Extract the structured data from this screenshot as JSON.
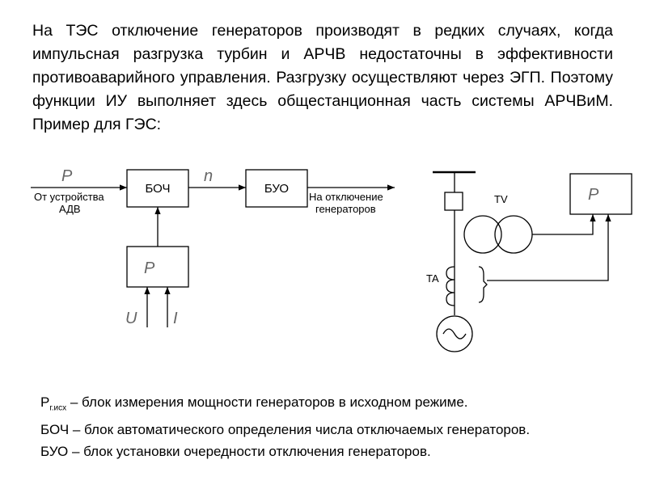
{
  "paragraph": "На ТЭС отключение генераторов производят в редких случаях, когда импульсная разгрузка турбин и АРЧВ недостаточны в эффективности противоаварийного управления. Разгрузку осуществляют через ЭГП. Поэтому функции ИУ выполняет здесь общестанционная часть системы АРЧВиМ. Пример для ГЭС:",
  "diagram": {
    "block_boch": "БОЧ",
    "block_buo": "БУО",
    "input_label_line1": "От устройства",
    "input_label_line2": "АДВ",
    "output_label_line1": "На отключение",
    "output_label_line2": "генераторов",
    "label_tv": "TV",
    "label_ta": "TA",
    "symbol_p_input": "P",
    "symbol_n": "n",
    "symbol_p_block": "P",
    "symbol_u": "U",
    "symbol_i": "I",
    "symbol_p_right": "P"
  },
  "legend": {
    "line1_symbol": "P",
    "line1_sub": "г.исх",
    "line1_text": " – блок измерения мощности генераторов в исходном режиме.",
    "line2": "БОЧ – блок автоматического определения числа отключаемых генераторов.",
    "line3": "БУО – блок установки очередности отключения генераторов."
  }
}
